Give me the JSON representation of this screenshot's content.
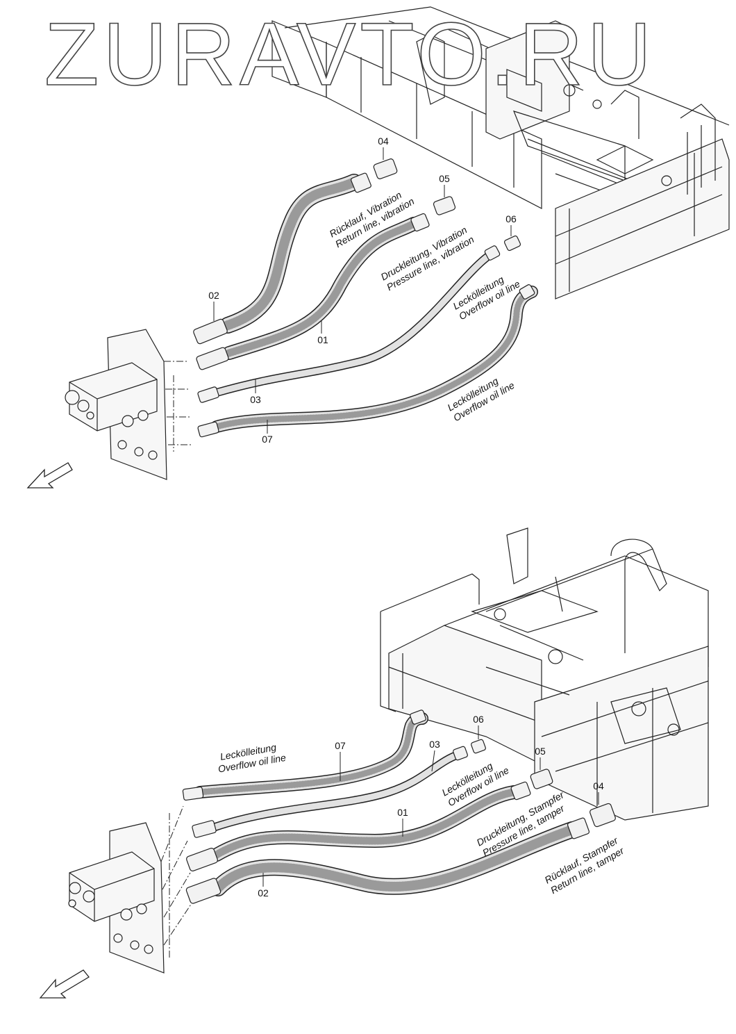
{
  "watermark": "ZURAVTO.RU",
  "top_view": {
    "parts": {
      "p01": "01",
      "p02": "02",
      "p03": "03",
      "p04": "04",
      "p05": "05",
      "p06": "06",
      "p07": "07"
    },
    "labels": {
      "return_de": "Rücklauf, Vibration",
      "return_en": "Return line, vibration",
      "pressure_de": "Druckleitung, Vibration",
      "pressure_en": "Pressure line, vibration",
      "overflow1_de": "Leckölleitung",
      "overflow1_en": "Overflow oil line",
      "overflow2_de": "Leckölleitung",
      "overflow2_en": "Overflow oil line"
    }
  },
  "bottom_view": {
    "parts": {
      "p01": "01",
      "p02": "02",
      "p03": "03",
      "p04": "04",
      "p05": "05",
      "p06": "06",
      "p07": "07"
    },
    "labels": {
      "overflow1_de": "Leckölleitung",
      "overflow1_en": "Overflow oil line",
      "overflow2_de": "Leckölleitung",
      "overflow2_en": "Overflow oil line",
      "pressure_de": "Druckleitung, Stampfer",
      "pressure_en": "Pressure line, tamper",
      "return_de": "Rücklauf, Stampfer",
      "return_en": "Return line, tamper"
    }
  }
}
